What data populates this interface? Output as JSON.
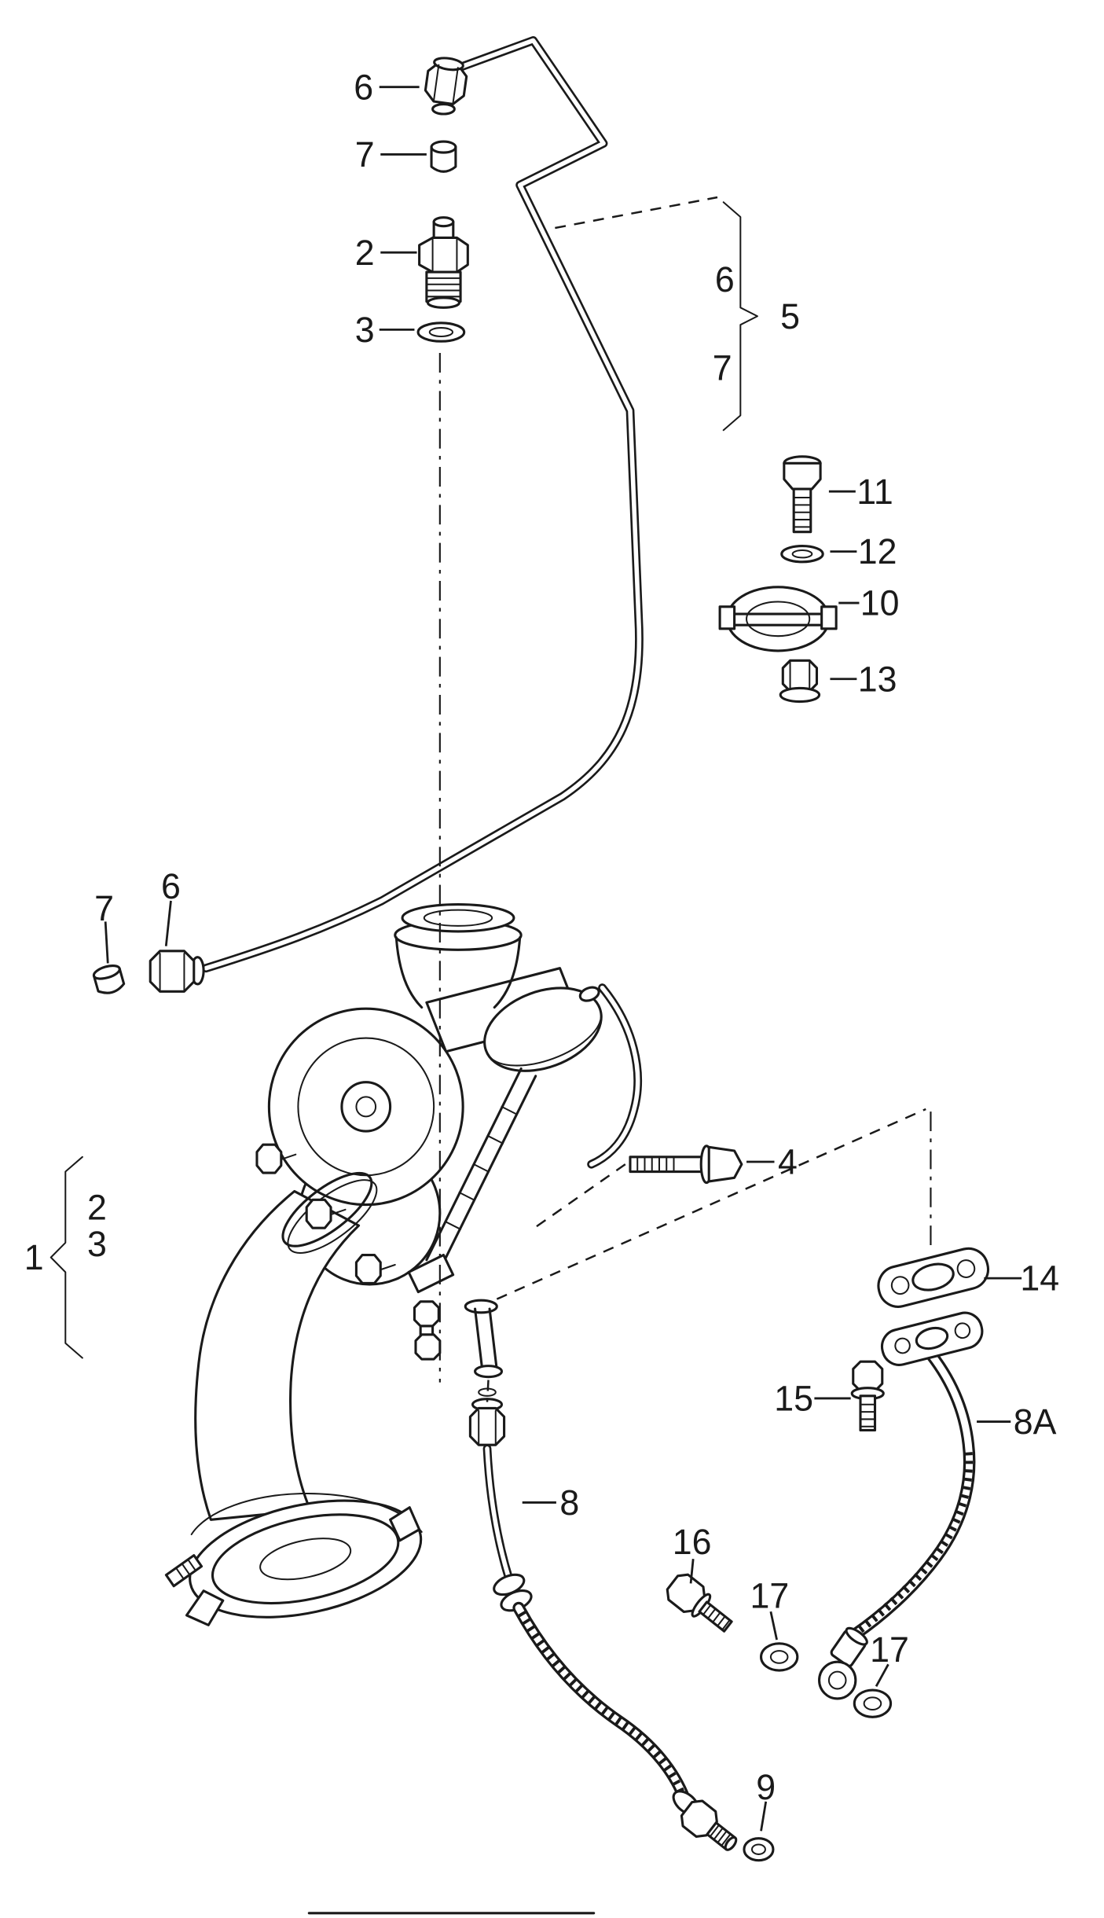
{
  "page": {
    "colors": {
      "ink": "#1a1a1a",
      "paper": "#ffffff"
    }
  },
  "diagram": {
    "callouts": [
      {
        "label": "6"
      },
      {
        "label": "7"
      },
      {
        "label": "2"
      },
      {
        "label": "3"
      },
      {
        "label": "6"
      },
      {
        "label": "7"
      },
      {
        "label": "5"
      },
      {
        "label": "11"
      },
      {
        "label": "12"
      },
      {
        "label": "10"
      },
      {
        "label": "13"
      },
      {
        "label": "6"
      },
      {
        "label": "7"
      },
      {
        "label": "2"
      },
      {
        "label": "1"
      },
      {
        "label": "3"
      },
      {
        "label": "4"
      },
      {
        "label": "14"
      },
      {
        "label": "15"
      },
      {
        "label": "8A"
      },
      {
        "label": "8"
      },
      {
        "label": "16"
      },
      {
        "label": "17"
      },
      {
        "label": "17"
      },
      {
        "label": "9"
      }
    ]
  }
}
